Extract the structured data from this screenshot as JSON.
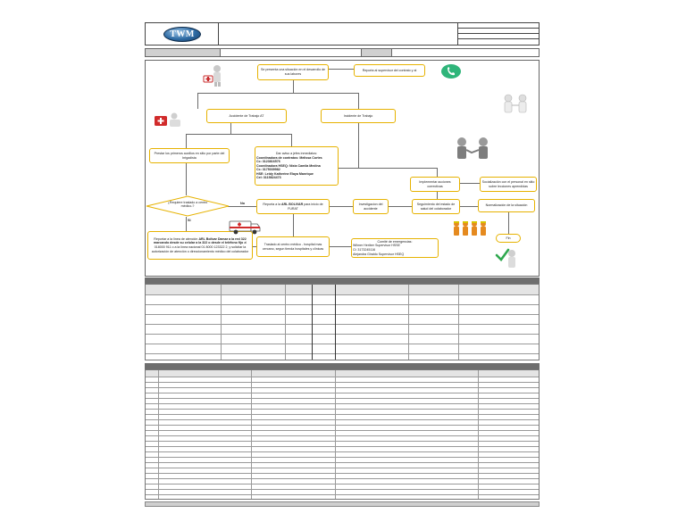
{
  "header": {
    "logo_text": "TWM"
  },
  "flow": {
    "start": "Se presenta una situación en el desarrollo de sus labores",
    "report_supervisor": "Reporta al supervisor del contrato y al",
    "accident": "Accidente de Trabajo AT",
    "incident": "Incidente de Trabajo",
    "first_aid": "Prestar los primeros auxilios en sitio por parte del brigadista",
    "notice_title": "Dar aviso a jefes inmediatos:",
    "notice_list": [
      "Coordinadora de contratos: Melissa Cortes",
      "Cc: 3123816576",
      "Coordinadora HSEQ: Nixia Camila Medina",
      "Cc: 3175039982",
      "HSE: Leidy Katherine Elaya Manrique",
      "Cel: 3115824473"
    ],
    "corrective": "Implementar acciones correctivas",
    "socialize": "Socialización con el personal en sitio sobre lecciones aprendidas",
    "decision": "¿Requiere traslado a centro médico-?",
    "no_label": "No",
    "yes_label": "Si",
    "report_arl_pre": "Reporta a la ",
    "report_arl_bold": "ARL BOLIVAR",
    "report_arl_post": " para inicio de FURAT",
    "investigate": "Investigacion del accidente",
    "followup": "Seguimiento del estado de salud del colaborador",
    "normalize": "Normalización de la situación",
    "end": "Fin",
    "arl_call_pre": "Reportar a la línea de atención ",
    "arl_call_bold1": "ARL Bolivar Damar a la red 322 marcando desde su celular a la 322 o desde el teléfono fijo",
    "arl_call_post": " al 018000 911 o a la línea nacional 01 8000 123322 2, y solicitar la autorización de atención o direccionamiento médico del colaborador",
    "transfer": "Traslado al centro médico - hospital mas cercano, segun tienda hospitales y clínicas",
    "committee_title": "Comité de emergencias:",
    "committee_list": [
      "Wilmer Heriber Supervisor HSSE",
      "Cl: 3173245116",
      "Alejandra Giraldo Supervisor HSEQ"
    ]
  },
  "icons": {
    "medic": "medic-figure-icon",
    "phone": "phone-icon",
    "first_aid_kit": "first-aid-kit-icon",
    "helpers": "helpers-figure-icon",
    "meeting": "meeting-figures-icon",
    "ambulance": "ambulance-icon",
    "team": "team-figures-icon",
    "approve": "checkmark-figure-icon"
  },
  "colors": {
    "node_border": "#e6b200",
    "connector": "#6b6b6b",
    "section_bar": "#6e6e6e",
    "phone_green": "#2fb57a"
  }
}
